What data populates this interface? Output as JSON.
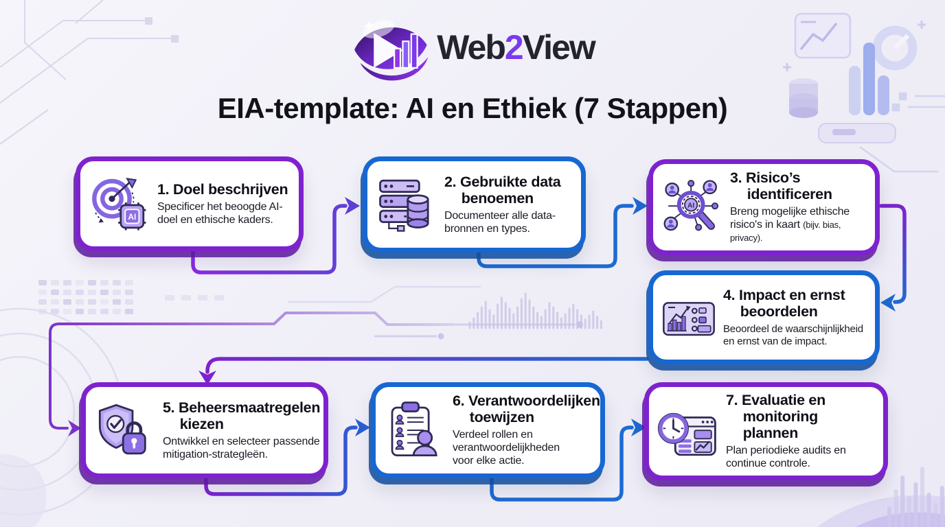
{
  "logo": {
    "brand_prefix": "Web",
    "brand_digit": "2",
    "brand_suffix": "View"
  },
  "title": "EIA-template: AI en Ethiek (7 Stappen)",
  "colors": {
    "purple": "#7e22ce",
    "blue": "#1767d2",
    "text": "#121219"
  },
  "steps": [
    {
      "number": "1.",
      "title": "Doel beschrijven",
      "desc": "Specificer het beoogde AI-doel en ethische kaders.",
      "accent": "#7e22ce",
      "icon": "target-ai-icon"
    },
    {
      "number": "2.",
      "title": "Gebruikte data benoemen",
      "desc": "Documenteer alle data-bronnen en types.",
      "accent": "#1767d2",
      "icon": "server-database-icon"
    },
    {
      "number": "3.",
      "title": "Risico’s identificeren",
      "desc": "Breng mogelijke ethische risico's in kaart",
      "desc_small": "(bijv. bias, privacy).",
      "accent": "#7e22ce",
      "icon": "ai-risk-magnifier-icon"
    },
    {
      "number": "4.",
      "title": "Impact en ernst beoordelen",
      "desc": "Beoordeel de waarschijnlijkheid en ernst van de impact.",
      "accent": "#1767d2",
      "icon": "impact-dashboard-icon"
    },
    {
      "number": "5.",
      "title": "Beheersmaatregelen kiezen",
      "desc": "Ontwikkel en selecteer passende mitigation-strategleën.",
      "accent": "#7e22ce",
      "icon": "shield-lock-icon"
    },
    {
      "number": "6.",
      "title": "Verantwoordelijken toewijzen",
      "desc": "Verdeel rollen en verantwoordelijkheden voor elke actie.",
      "accent": "#1767d2",
      "icon": "clipboard-roles-icon"
    },
    {
      "number": "7.",
      "title": "Evaluatie en monitoring plannen",
      "desc": "Plan periodieke audits en continue controle.",
      "accent": "#7e22ce",
      "icon": "clock-monitoring-icon"
    }
  ]
}
